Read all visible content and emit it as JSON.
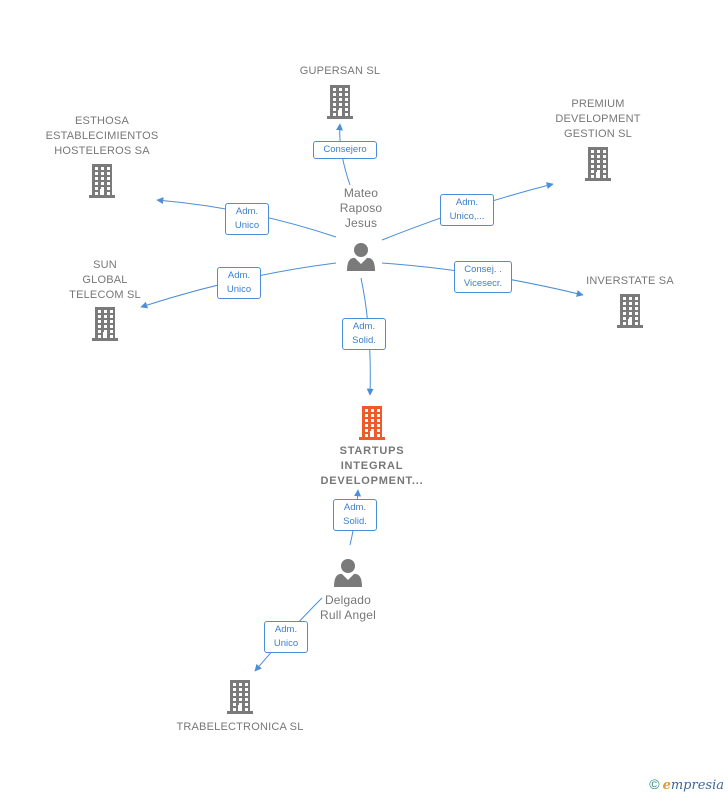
{
  "colors": {
    "company": "#7a7a7a",
    "focus": "#f05a28",
    "person": "#7a7a7a",
    "edge": "#4a8fd8",
    "edge_text": "#3a7fd0"
  },
  "nodes": [
    {
      "id": "gupersan",
      "type": "company",
      "label": "GUPERSAN SL",
      "icon": "building-icon"
    },
    {
      "id": "esthosa",
      "type": "company",
      "label": "ESTHOSA\nESTABLECIMIENTOS\nHOSTELEROS SA",
      "icon": "building-icon"
    },
    {
      "id": "premium",
      "type": "company",
      "label": "PREMIUM\nDEVELOPMENT\nGESTION  SL",
      "icon": "building-icon"
    },
    {
      "id": "sun",
      "type": "company",
      "label": "SUN\nGLOBAL\nTELECOM  SL",
      "icon": "building-icon"
    },
    {
      "id": "inverstate",
      "type": "company",
      "label": "INVERSTATE SA",
      "icon": "building-icon"
    },
    {
      "id": "mateo",
      "type": "person",
      "label": "Mateo\nRaposo\nJesus",
      "icon": "person-icon"
    },
    {
      "id": "startups",
      "type": "focus",
      "label": "STARTUPS\nINTEGRAL\nDEVELOPMENT...",
      "icon": "building-icon"
    },
    {
      "id": "delgado",
      "type": "person",
      "label": "Delgado\nRull Angel",
      "icon": "person-icon"
    },
    {
      "id": "trabelectronica",
      "type": "company",
      "label": "TRABELECTRONICA SL",
      "icon": "building-icon"
    }
  ],
  "edges": [
    {
      "from": "mateo",
      "to": "gupersan",
      "label": "Consejero"
    },
    {
      "from": "mateo",
      "to": "esthosa",
      "label": "Adm.\nUnico"
    },
    {
      "from": "mateo",
      "to": "premium",
      "label": "Adm.\nUnico,..."
    },
    {
      "from": "mateo",
      "to": "sun",
      "label": "Adm.\nUnico"
    },
    {
      "from": "mateo",
      "to": "inverstate",
      "label": "Consej. .\nVicesecr."
    },
    {
      "from": "mateo",
      "to": "startups",
      "label": "Adm.\nSolid."
    },
    {
      "from": "delgado",
      "to": "startups",
      "label": "Adm.\nSolid."
    },
    {
      "from": "delgado",
      "to": "trabelectronica",
      "label": "Adm.\nUnico"
    }
  ],
  "footer": {
    "copyright": "©",
    "brand_initial": "e",
    "brand_rest": "mpresia"
  }
}
